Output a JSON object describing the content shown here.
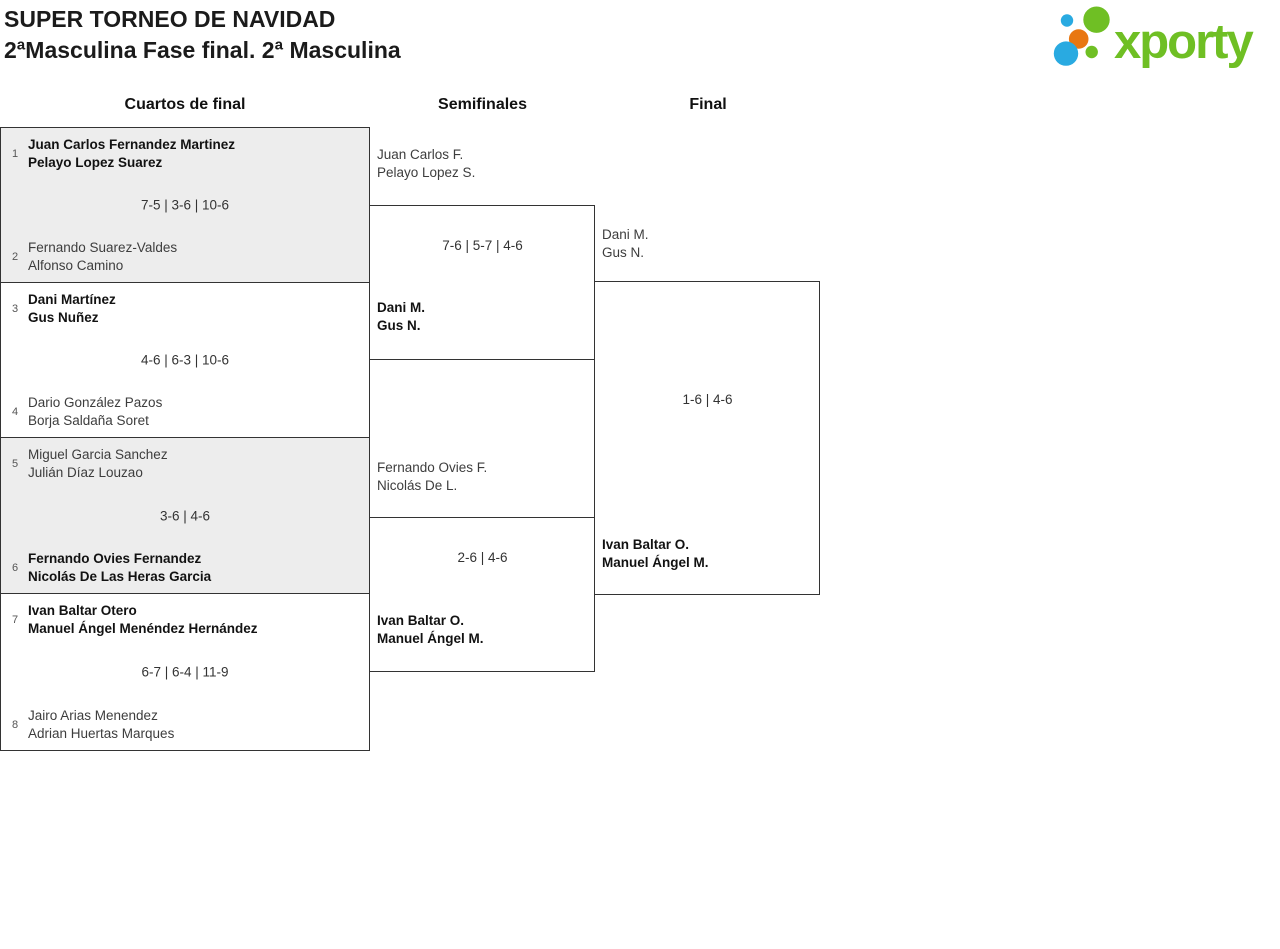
{
  "header": {
    "title_line1": "SUPER TORNEO DE NAVIDAD",
    "title_line2": "2ªMasculina Fase final. 2ª Masculina",
    "logo_text": "xporty"
  },
  "colors": {
    "logo_green": "#6fbf24",
    "logo_blue": "#29aae1",
    "logo_orange": "#e87711",
    "block_gray": "#ededed",
    "border": "#333333"
  },
  "rounds": [
    "Cuartos de final",
    "Semifinales",
    "Final"
  ],
  "bracket": {
    "quarterfinals": [
      {
        "seed_top": "1",
        "team_top": [
          "Juan Carlos Fernandez Martinez",
          "Pelayo Lopez Suarez"
        ],
        "top_winner": true,
        "score": "7-5 | 3-6 | 10-6",
        "seed_bottom": "2",
        "team_bottom": [
          "Fernando Suarez-Valdes",
          "Alfonso Camino"
        ],
        "bottom_winner": false
      },
      {
        "seed_top": "3",
        "team_top": [
          "Dani Martínez",
          "Gus Nuñez"
        ],
        "top_winner": true,
        "score": "4-6 | 6-3 | 10-6",
        "seed_bottom": "4",
        "team_bottom": [
          "Dario González Pazos",
          "Borja Saldaña Soret"
        ],
        "bottom_winner": false
      },
      {
        "seed_top": "5",
        "team_top": [
          "Miguel Garcia Sanchez",
          "Julián Díaz Louzao"
        ],
        "top_winner": false,
        "score": "3-6 | 4-6",
        "seed_bottom": "6",
        "team_bottom": [
          "Fernando Ovies Fernandez",
          "Nicolás De Las Heras Garcia"
        ],
        "bottom_winner": true
      },
      {
        "seed_top": "7",
        "team_top": [
          "Ivan Baltar Otero",
          "Manuel Ángel Menéndez Hernández"
        ],
        "top_winner": true,
        "score": "6-7 | 6-4 | 11-9",
        "seed_bottom": "8",
        "team_bottom": [
          "Jairo Arias Menendez",
          "Adrian Huertas Marques"
        ],
        "bottom_winner": false
      }
    ],
    "semifinals": [
      {
        "team_top": [
          "Juan Carlos F.",
          "Pelayo Lopez S."
        ],
        "top_winner": false,
        "score": "7-6 | 5-7 | 4-6",
        "team_bottom": [
          "Dani M.",
          "Gus N."
        ],
        "bottom_winner": true
      },
      {
        "team_top": [
          "Fernando Ovies F.",
          "Nicolás De L."
        ],
        "top_winner": false,
        "score": "2-6 | 4-6",
        "team_bottom": [
          "Ivan Baltar O.",
          "Manuel Ángel M."
        ],
        "bottom_winner": true
      }
    ],
    "final": {
      "team_top": [
        "Dani M.",
        "Gus N."
      ],
      "top_winner": false,
      "score": "1-6 | 4-6",
      "team_bottom": [
        "Ivan Baltar O.",
        "Manuel Ángel M."
      ],
      "bottom_winner": true
    }
  }
}
